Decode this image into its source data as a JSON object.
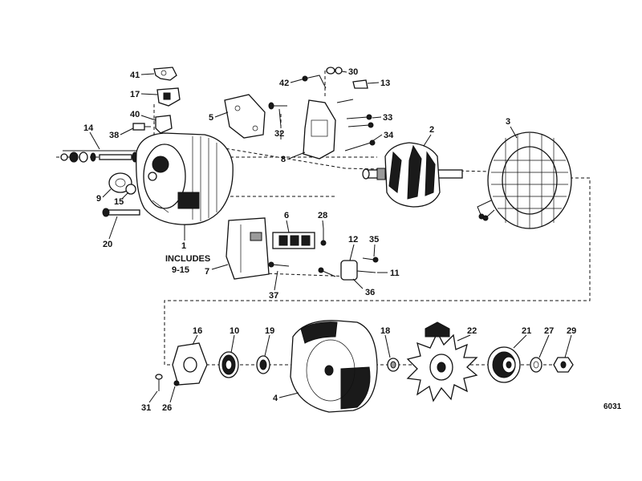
{
  "diagram": {
    "figure_code": "6031",
    "includes_note": {
      "line1": "INCLUDES",
      "line2": "9-15"
    },
    "callouts": [
      {
        "id": "c41",
        "label": "41"
      },
      {
        "id": "c17",
        "label": "17"
      },
      {
        "id": "c40",
        "label": "40"
      },
      {
        "id": "c38",
        "label": "38"
      },
      {
        "id": "c14",
        "label": "14"
      },
      {
        "id": "c9",
        "label": "9"
      },
      {
        "id": "c15",
        "label": "15"
      },
      {
        "id": "c20",
        "label": "20"
      },
      {
        "id": "c1",
        "label": "1"
      },
      {
        "id": "c5",
        "label": "5"
      },
      {
        "id": "c32",
        "label": "32"
      },
      {
        "id": "c42",
        "label": "42"
      },
      {
        "id": "c30",
        "label": "30"
      },
      {
        "id": "c13",
        "label": "13"
      },
      {
        "id": "c33",
        "label": "33"
      },
      {
        "id": "c34",
        "label": "34"
      },
      {
        "id": "c8",
        "label": "8"
      },
      {
        "id": "c2",
        "label": "2"
      },
      {
        "id": "c3",
        "label": "3"
      },
      {
        "id": "c6",
        "label": "6"
      },
      {
        "id": "c28",
        "label": "28"
      },
      {
        "id": "c7",
        "label": "7"
      },
      {
        "id": "c37",
        "label": "37"
      },
      {
        "id": "c12",
        "label": "12"
      },
      {
        "id": "c35",
        "label": "35"
      },
      {
        "id": "c11",
        "label": "11"
      },
      {
        "id": "c36",
        "label": "36"
      },
      {
        "id": "c16",
        "label": "16"
      },
      {
        "id": "c10",
        "label": "10"
      },
      {
        "id": "c19",
        "label": "19"
      },
      {
        "id": "c18",
        "label": "18"
      },
      {
        "id": "c22",
        "label": "22"
      },
      {
        "id": "c21",
        "label": "21"
      },
      {
        "id": "c27",
        "label": "27"
      },
      {
        "id": "c29",
        "label": "29"
      },
      {
        "id": "c31",
        "label": "31"
      },
      {
        "id": "c26",
        "label": "26"
      },
      {
        "id": "c4",
        "label": "4"
      }
    ]
  }
}
